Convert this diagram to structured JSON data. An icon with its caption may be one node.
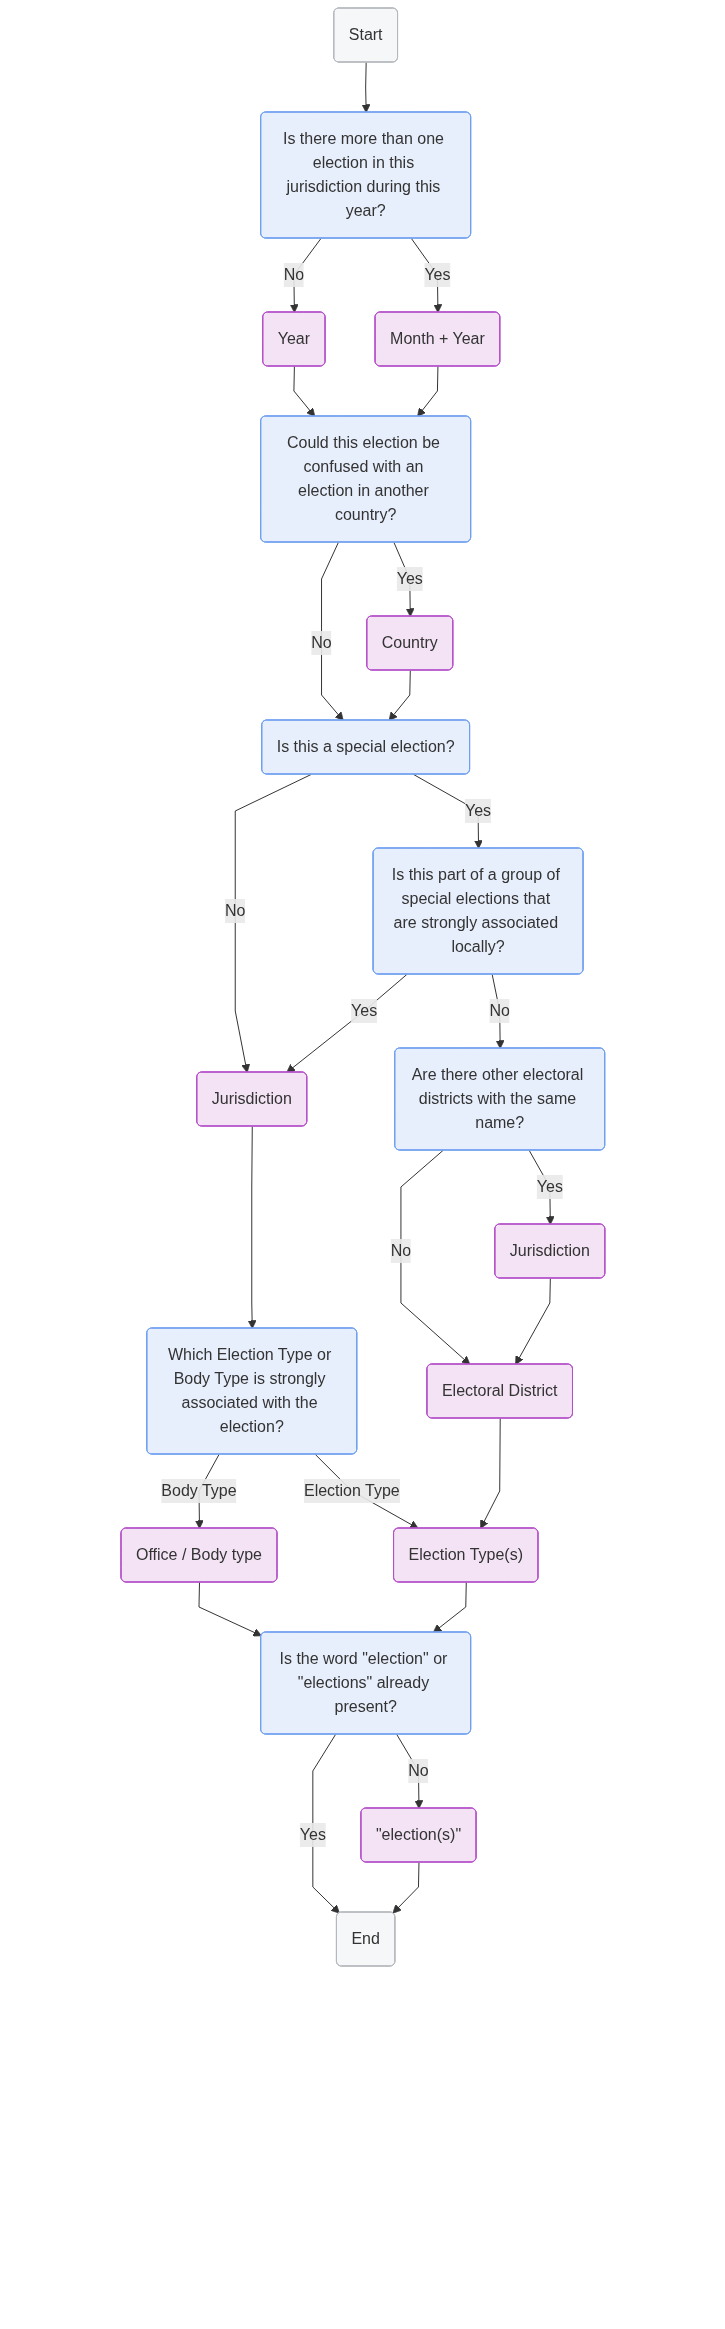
{
  "diagram": {
    "nodes": [
      {
        "text": [
          "Start"
        ]
      },
      {
        "text": [
          "Is there more than one election in this jurisdiction during this year?"
        ]
      },
      {
        "text": [
          "Year"
        ]
      },
      {
        "text": [
          "Month + Year"
        ]
      },
      {
        "text": [
          "Could this election be confused with an election in another country?"
        ]
      },
      {
        "text": [
          "Country"
        ]
      },
      {
        "text": [
          "Is this a special election?"
        ]
      },
      {
        "text": [
          "Is this part of a group of special elections that are strongly associated locally?"
        ]
      },
      {
        "text": [
          "Are there other electoral districts with the same name?"
        ]
      },
      {
        "text": [
          "Jurisdiction"
        ]
      },
      {
        "text": [
          "Jurisdiction"
        ]
      },
      {
        "text": [
          "Which Election Type or Body Type is strongly associated with the election?"
        ]
      },
      {
        "text": [
          "Electoral District"
        ]
      },
      {
        "text": [
          "Office / Body type"
        ]
      },
      {
        "text": [
          "Election Type(s)"
        ]
      },
      {
        "text": [
          "Is the word \"election\" or \"elections\" already present?"
        ]
      },
      {
        "text": [
          "\"election(s)\""
        ]
      },
      {
        "text": [
          "End"
        ]
      }
    ],
    "edges": [
      {
        "from": 0,
        "to": 1,
        "arrow": "to"
      },
      {
        "from": 1,
        "to": 2,
        "arrow": "to",
        "label": "No"
      },
      {
        "from": 1,
        "to": 3,
        "arrow": "to",
        "label": "Yes"
      },
      {
        "from": 2,
        "to": 4,
        "arrow": "to"
      },
      {
        "from": 3,
        "to": 4,
        "arrow": "to"
      },
      {
        "from": 4,
        "to": 5,
        "arrow": "to",
        "label": "Yes"
      },
      {
        "from": 4,
        "to": 6,
        "arrow": "to",
        "label": "No"
      },
      {
        "from": 5,
        "to": 6,
        "arrow": "to"
      },
      {
        "from": 6,
        "to": 9,
        "arrow": "to",
        "label": "No"
      },
      {
        "from": 6,
        "to": 7,
        "arrow": "to",
        "label": "Yes"
      },
      {
        "from": 7,
        "to": 9,
        "arrow": "to",
        "label": "Yes"
      },
      {
        "from": 7,
        "to": 8,
        "arrow": "to",
        "label": "No"
      },
      {
        "from": 8,
        "to": 10,
        "arrow": "to",
        "label": "Yes"
      },
      {
        "from": 8,
        "to": 12,
        "arrow": "to",
        "label": "No"
      },
      {
        "from": 10,
        "to": 12,
        "arrow": "to"
      },
      {
        "from": 9,
        "to": 11,
        "arrow": "to"
      },
      {
        "from": 11,
        "to": 13,
        "arrow": "to",
        "label": "Body Type"
      },
      {
        "from": 11,
        "to": 14,
        "arrow": "to",
        "label": "Election Type"
      },
      {
        "from": 12,
        "to": 14,
        "arrow": "to"
      },
      {
        "from": 13,
        "to": 15,
        "arrow": "to"
      },
      {
        "from": 14,
        "to": 15,
        "arrow": "to"
      },
      {
        "from": 15,
        "to": 16,
        "arrow": "to",
        "label": "No"
      },
      {
        "from": 15,
        "to": 17,
        "arrow": "to",
        "label": "Yes"
      },
      {
        "from": 16,
        "to": 17,
        "arrow": "to"
      }
    ]
  }
}
